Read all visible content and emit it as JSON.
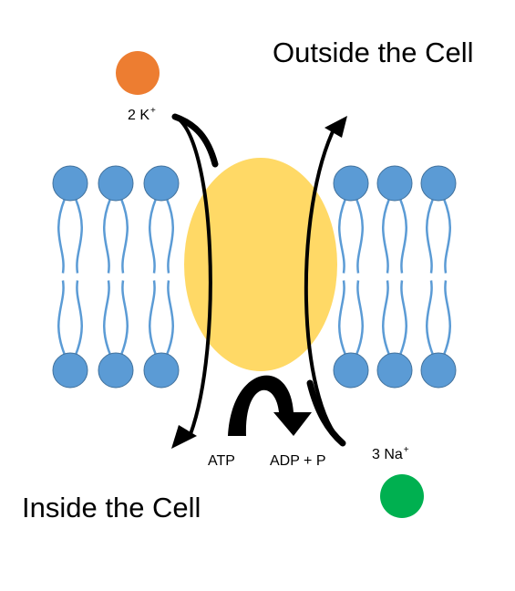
{
  "labels": {
    "outside": "Outside the Cell",
    "inside": "Inside the Cell",
    "potassium": "2 K",
    "potassium_charge": "+",
    "sodium": "3 Na",
    "sodium_charge": "+",
    "atp": "ATP",
    "adp": "ADP + P"
  },
  "colors": {
    "potassium_ion": "#ED7D31",
    "sodium_ion": "#00B050",
    "pump": "#FFD966",
    "lipid_head": "#5B9BD5",
    "lipid_tail": "#5B9BD5",
    "arrow": "#000000"
  }
}
